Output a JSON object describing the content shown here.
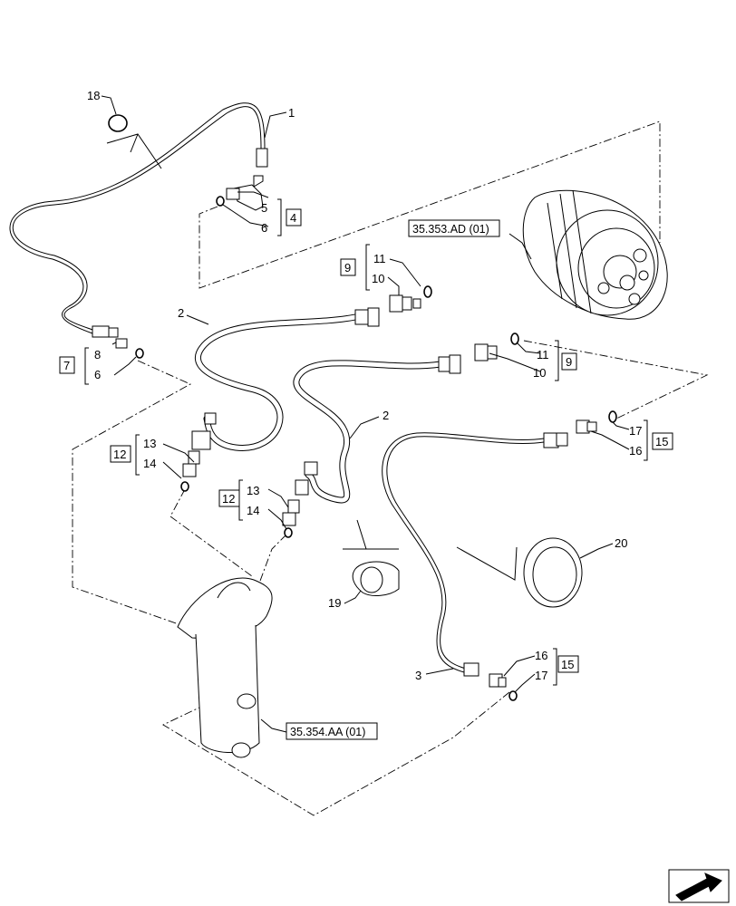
{
  "callouts": {
    "c1": "1",
    "c2a": "2",
    "c2b": "2",
    "c3": "3",
    "c5": "5",
    "c6a": "6",
    "c6b": "6",
    "c8": "8",
    "c10a": "10",
    "c10b": "10",
    "c11a": "11",
    "c11b": "11",
    "c13a": "13",
    "c13b": "13",
    "c14a": "14",
    "c14b": "14",
    "c16a": "16",
    "c16b": "16",
    "c17a": "17",
    "c17b": "17",
    "c18": "18",
    "c19": "19",
    "c20": "20"
  },
  "kits": {
    "k4": "4",
    "k7": "7",
    "k9a": "9",
    "k9b": "9",
    "k12a": "12",
    "k12b": "12",
    "k15a": "15",
    "k15b": "15"
  },
  "references": {
    "travel_motor": "35.353.AD (01)",
    "swivel_joint": "35.354.AA (01)"
  },
  "nav_icon": "arrow-next-page-icon"
}
